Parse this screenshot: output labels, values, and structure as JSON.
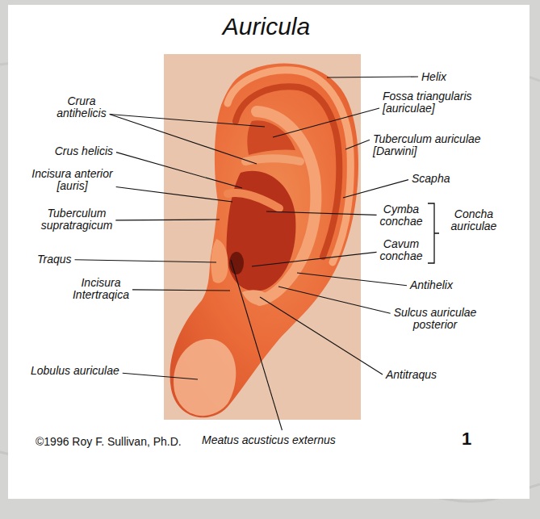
{
  "diagram": {
    "title": "Auricula",
    "labels": [
      "Helix",
      "Crura antihelicis",
      "Fossa triangularis [auriculae]",
      "Tuberculum auriculae [Darwini]",
      "Crus helicis",
      "Incisura anterior [auris]",
      "Scapha",
      "Cymba conchae",
      "Concha auriculae",
      "Tuberculum supratragicum",
      "Cavum conchae",
      "Traqus",
      "Antihelix",
      "Incisura Intertraqica",
      "Sulcus auriculae posterior",
      "Antitraqus",
      "Lobulus auriculae",
      "©1996 Roy F. Sullivan, Ph.D.",
      "Meatus acusticus externus",
      "1"
    ]
  }
}
